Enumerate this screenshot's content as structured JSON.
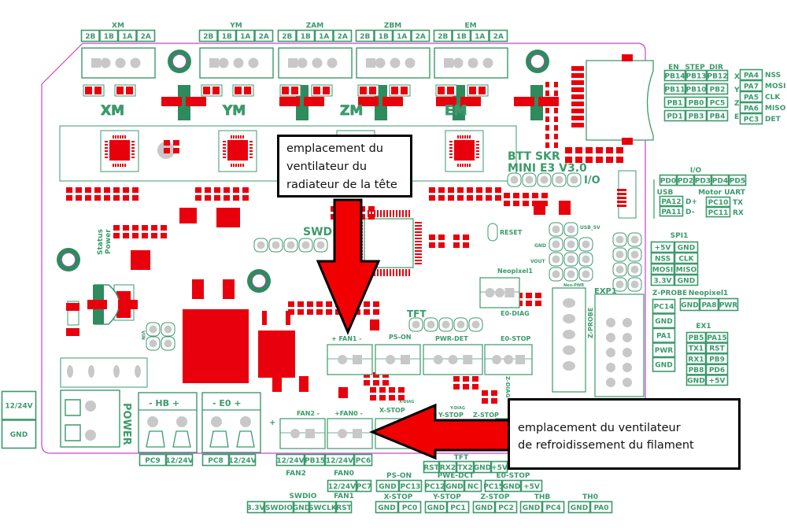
{
  "colors": {
    "silkscreen": "#3b9a6c",
    "pad": "#e8000d",
    "board_outline": "#cc44cc",
    "arrow": "#f00000",
    "hole_ring": "#2e8b5e",
    "pin_dot": "#c8c8c8"
  },
  "motor_headers": [
    {
      "name": "XM",
      "pins": [
        "2B",
        "1B",
        "1A",
        "2A"
      ]
    },
    {
      "name": "YM",
      "pins": [
        "2B",
        "1B",
        "1A",
        "2A"
      ]
    },
    {
      "name": "ZAM",
      "pins": [
        "2B",
        "1B",
        "1A",
        "2A"
      ]
    },
    {
      "name": "ZBM",
      "pins": [
        "2B",
        "1B",
        "1A",
        "2A"
      ]
    },
    {
      "name": "EM",
      "pins": [
        "2B",
        "1B",
        "1A",
        "2A"
      ]
    }
  ],
  "driver_pins": {
    "headers": [
      "EN",
      "STEP",
      "DIR"
    ],
    "rows": [
      {
        "pins": [
          "PB14",
          "PB13",
          "PB12"
        ],
        "axis": "X"
      },
      {
        "pins": [
          "PB11",
          "PB10",
          "PB2"
        ],
        "axis": "Y"
      },
      {
        "pins": [
          "PB1",
          "PB0",
          "PC5"
        ],
        "axis": "Z"
      },
      {
        "pins": [
          "PD1",
          "PB3",
          "PB4"
        ],
        "axis": "E"
      }
    ]
  },
  "sd_pins": [
    {
      "pin": "PA4",
      "signal": "NSS"
    },
    {
      "pin": "PA7",
      "signal": "MOSI"
    },
    {
      "pin": "PA5",
      "signal": "CLK"
    },
    {
      "pin": "PA6",
      "signal": "MISO"
    },
    {
      "pin": "PC3",
      "signal": "DET"
    }
  ],
  "io": {
    "label": "I/O",
    "pins": [
      "PD0",
      "PD2",
      "PD3",
      "PD4",
      "PD5"
    ]
  },
  "usb": {
    "label": "USB",
    "rows": [
      {
        "pin": "PA12",
        "signal": "D+"
      },
      {
        "pin": "PA11",
        "signal": "D-"
      }
    ]
  },
  "motor_uart": {
    "label": "Motor UART",
    "rows": [
      {
        "pin": "PC10",
        "signal": "TX"
      },
      {
        "pin": "PC11",
        "signal": "RX"
      }
    ]
  },
  "spi1": {
    "label": "SPI1",
    "cells": [
      [
        "+5V",
        "GND"
      ],
      [
        "NSS",
        "CLK"
      ],
      [
        "MOSI",
        "MISO"
      ],
      [
        "3.3V",
        "GND"
      ]
    ]
  },
  "z_probe": {
    "label": "Z-PROBE",
    "pins": [
      "PC14",
      "GND",
      "PA1",
      "PWR",
      "GND"
    ]
  },
  "neopixel1": {
    "label": "Neopixel1",
    "pins": [
      "GND",
      "PA8",
      "PWR"
    ]
  },
  "ex1": {
    "label": "EX1",
    "cells": [
      [
        "PB5",
        "PA15"
      ],
      [
        "TX1",
        "RST"
      ],
      [
        "RX1",
        "PB9"
      ],
      [
        "PB8",
        "PD6"
      ],
      [
        "GND",
        "+5V"
      ]
    ]
  },
  "power_input": [
    "12/24V",
    "GND"
  ],
  "bottom_headers": [
    {
      "label": "",
      "pins": [
        "PC9",
        "12/24V"
      ]
    },
    {
      "label": "",
      "pins": [
        "PC8",
        "12/24V"
      ]
    },
    {
      "label": "FAN2",
      "pins": [
        "12/24V",
        "PB15"
      ]
    },
    {
      "label": "FAN0",
      "pins": [
        "12/24V",
        "PC6"
      ]
    },
    {
      "label": "TFT",
      "pins": [
        "RST",
        "RX2",
        "TX2",
        "GND",
        "+5V"
      ]
    },
    {
      "label": "FAN1",
      "pins": [
        "12/24V",
        "PC7"
      ]
    },
    {
      "label": "PS-ON",
      "pins": [
        "GND",
        "PC13"
      ]
    },
    {
      "label": "PWE-DCT",
      "pins": [
        "PC12",
        "GND",
        "NC"
      ]
    },
    {
      "label": "E0-STOP",
      "pins": [
        "PC15",
        "GND",
        "+5V"
      ]
    },
    {
      "label": "SWDIO",
      "pins": [
        "3.3V",
        "SWDIO",
        "GND",
        "SWCLK",
        "RST"
      ]
    },
    {
      "label": "X-STOP",
      "pins": [
        "GND",
        "PC0"
      ]
    },
    {
      "label": "Y-STOP",
      "pins": [
        "GND",
        "PC1"
      ]
    },
    {
      "label": "Z-STOP",
      "pins": [
        "GND",
        "PC2"
      ]
    },
    {
      "label": "THB",
      "pins": [
        "GND",
        "PC4"
      ]
    },
    {
      "label": "TH0",
      "pins": [
        "GND",
        "PA0"
      ]
    }
  ],
  "silkscreen": {
    "board_name_1": "BTT SKR",
    "board_name_2": "MINI E3 V3.0",
    "io": "I/O",
    "swd": "SWD",
    "reset": "RESET",
    "usb_5v": "USB_5V",
    "gnd": "GND",
    "vout": "VOUT",
    "neopixel1": "Neopixel1",
    "neo_pwr": "Neo-PWR",
    "exp1": "EXP1",
    "z_probe": "Z-PROBE",
    "tft": "TFT",
    "fan1": "+ FAN1  -",
    "ps_on": "PS-ON",
    "pwr_det": "PWR-DET",
    "e0_diag": "E0-DIAG",
    "e0_stop": "E0-STOP",
    "fan2": "FAN2  -",
    "fan0": "+FAN0  -",
    "x_stop": "X-STOP",
    "y_stop": "Y-STOP",
    "z_stop": "Z-STOP",
    "z_diag": "Z-DIAG",
    "x_diag": "X-DIAG",
    "y_diag": "Y-DIAG",
    "status": "Status",
    "power_led": "Power",
    "vin": "VIN",
    "power": "POWER",
    "hb": "-  HB  +",
    "e0": "-  E0  +",
    "plus": "+",
    "xm": "XM",
    "ym": "YM",
    "zm": "ZM",
    "em": "EM"
  },
  "callouts": [
    {
      "lines": [
        "emplacement du",
        "ventilateur du",
        "radiateur de la tête"
      ]
    },
    {
      "lines": [
        "emplacement du ventilateur",
        "de refroidissement du filament"
      ]
    }
  ]
}
